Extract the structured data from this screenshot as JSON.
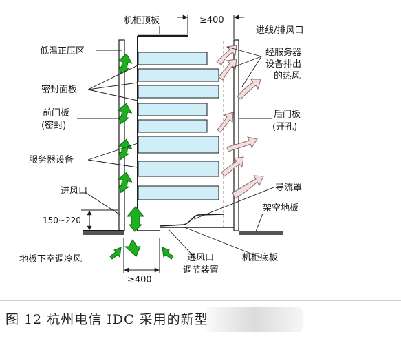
{
  "labels": {
    "cabinet_top": "机柜顶板",
    "width_top": "≥400",
    "cable_exhaust": "进线/排风口",
    "low_temp_zone": "低温正压区",
    "server_exhaust_1": "经服务器",
    "server_exhaust_2": "设备排出",
    "server_exhaust_3": "的热风",
    "sealing_panel": "密封面板",
    "front_door_1": "前门板",
    "front_door_2": "(密封)",
    "rear_door_1": "后门板",
    "rear_door_2": "(开孔)",
    "server_equipment": "服务器设备",
    "deflector": "导流罩",
    "air_inlet": "进风口",
    "height_range": "150~220",
    "raised_floor": "架空地板",
    "underfloor_air": "地板下空调冷风",
    "width_bottom": "≥400",
    "inlet_adjust_1": "进风口",
    "inlet_adjust_2": "调节装置",
    "cabinet_base": "机柜底板"
  },
  "caption": "图 12 杭州电信 IDC 采用的新型",
  "colors": {
    "server": "#cfeef7",
    "cold_arrow": "#1fae1f",
    "hot_arrow": "#f2dede",
    "line": "#1a1a1a"
  }
}
